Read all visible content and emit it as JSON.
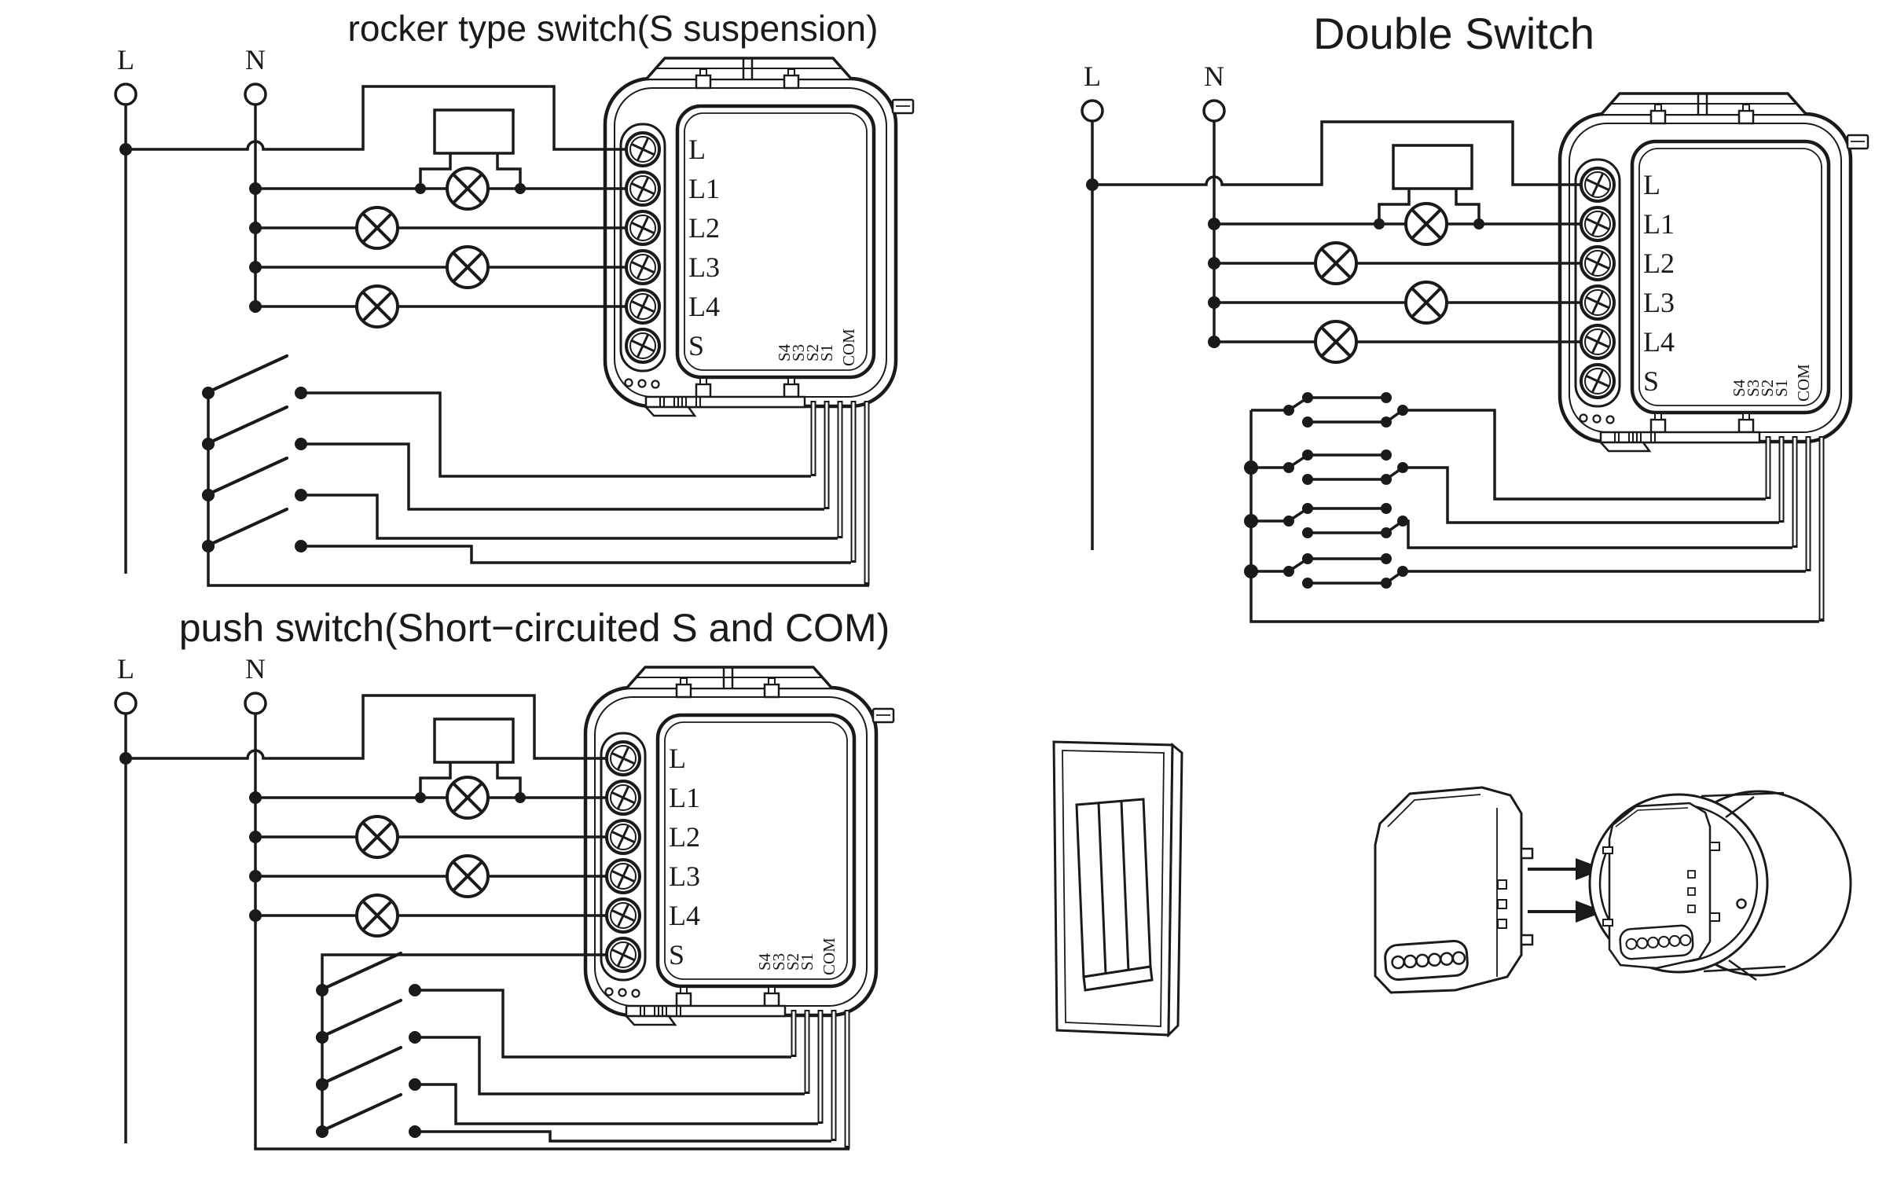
{
  "colors": {
    "ink": "#1a1a1a",
    "bg": "#ffffff"
  },
  "diagrams": [
    {
      "title": "rocker type switch(S suspension)",
      "live": "L",
      "neutral": "N",
      "module": {
        "terminals": [
          "L",
          "L1",
          "L2",
          "L3",
          "L4",
          "S"
        ],
        "signals": [
          "S4",
          "S3",
          "S2",
          "S1",
          "COM"
        ]
      }
    },
    {
      "title": "Double Switch",
      "live": "L",
      "neutral": "N",
      "module": {
        "terminals": [
          "L",
          "L1",
          "L2",
          "L3",
          "L4",
          "S"
        ],
        "signals": [
          "S4",
          "S3",
          "S2",
          "S1",
          "COM"
        ]
      }
    },
    {
      "title": "push switch(Short−circuited S and COM)",
      "live": "L",
      "neutral": "N",
      "module": {
        "terminals": [
          "L",
          "L1",
          "L2",
          "L3",
          "L4",
          "S"
        ],
        "signals": [
          "S4",
          "S3",
          "S2",
          "S1",
          "COM"
        ]
      }
    }
  ]
}
